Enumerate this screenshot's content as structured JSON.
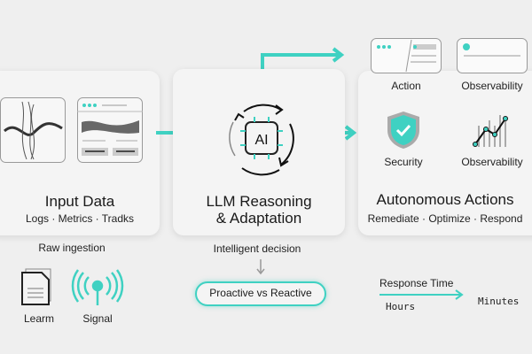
{
  "colors": {
    "accent": "#3fd1c2",
    "bg": "#efefef",
    "card": "#f4f4f4"
  },
  "input": {
    "title": "Input Data",
    "subtitle": "Logs · Metrics · Tradks",
    "caption": "Raw ingestion",
    "icons": [
      {
        "name": "document-icon",
        "label": "Learm"
      },
      {
        "name": "signal-icon",
        "label": "Signal"
      }
    ]
  },
  "llm": {
    "icon_text": "AI",
    "title_line1": "LLM Reasoning",
    "title_line2": "& Adaptation",
    "caption": "Intelligent decision",
    "pill": "Proactive vs Reactive"
  },
  "actions": {
    "title": "Autonomous Actions",
    "subtitle": "Remediate · Optimize · Respond",
    "tiles": [
      {
        "label": "Action"
      },
      {
        "label": "Observability"
      },
      {
        "label": "Security"
      },
      {
        "label": "Observability"
      }
    ]
  },
  "response": {
    "label": "Response Time",
    "from": "Hours",
    "to": "Minutes"
  }
}
